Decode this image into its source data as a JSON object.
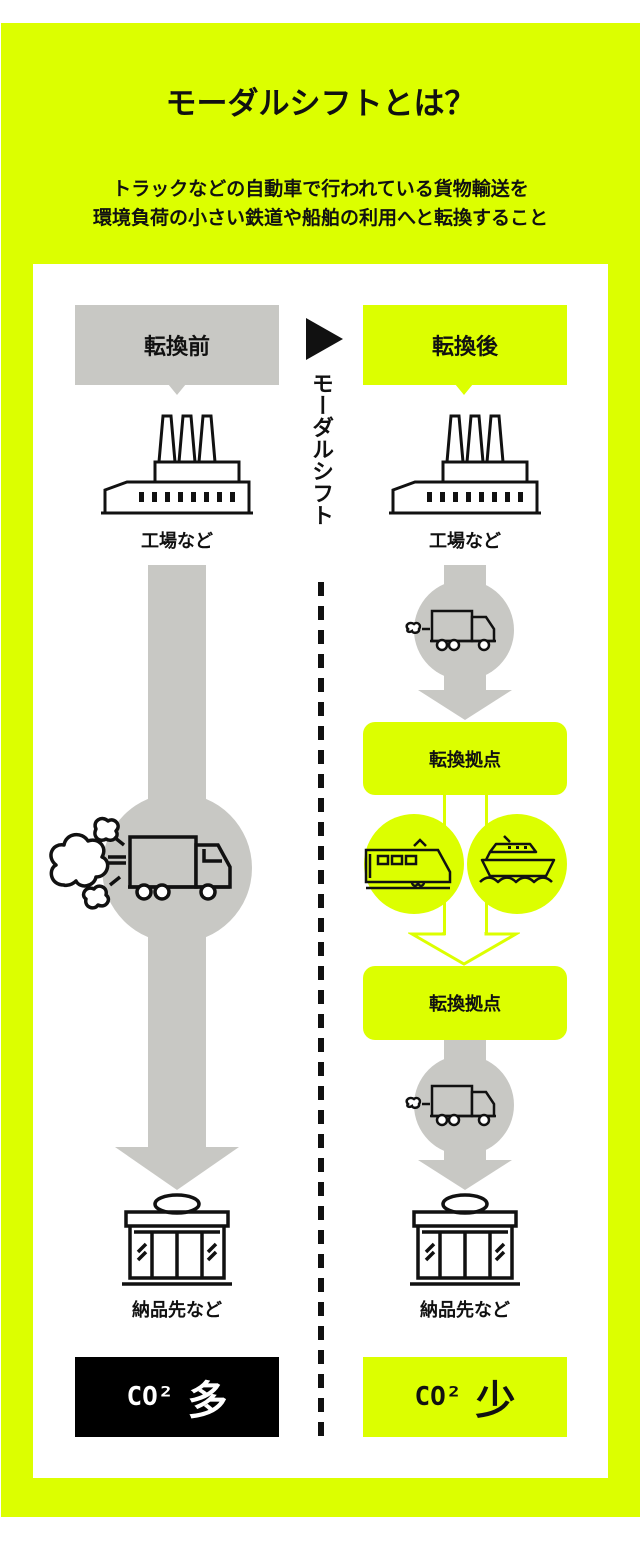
{
  "title": "モーダルシフトとは？",
  "subtitle": [
    "トラックなどの自動車で行われている貨物輸送を",
    "環境負荷の小さい鉄道や船舶の利用へと転換すること"
  ],
  "before": {
    "label": "転換前",
    "origin": "工場など",
    "destination": "納品先など",
    "co2": "CO²",
    "co2_level": "多"
  },
  "after": {
    "label": "転換後",
    "origin": "工場など",
    "hub1": "転換拠点",
    "hub2": "転換拠点",
    "destination": "納品先など",
    "co2": "CO²",
    "co2_level": "少"
  },
  "divider_label": "モーダルシフト",
  "colors": {
    "accent": "#dcff00",
    "gray": "#c8c8c4",
    "black": "#000000"
  }
}
